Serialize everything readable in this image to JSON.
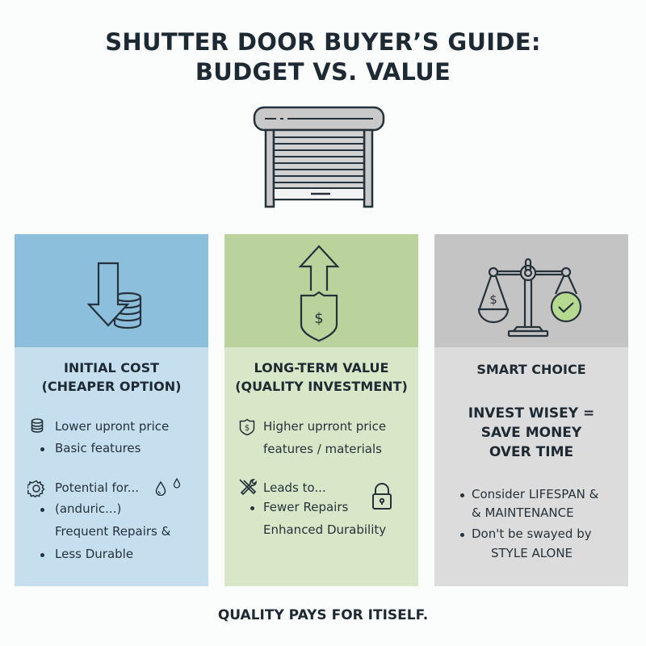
{
  "header": {
    "title_line1": "SHUTTER DOOR BUYER’S GUIDE:",
    "title_line2": "BUDGET VS. VALUE",
    "hero_icon": "roller-shutter-door-icon"
  },
  "columns": [
    {
      "icon": "arrow-down-coins-icon",
      "heading_line1": "INITIAL COST",
      "heading_line2": "(CHEAPER OPTION)",
      "items": [
        {
          "icon": "coin-stack-icon",
          "text": "Lower upront price"
        },
        {
          "icon": "bullet",
          "text": "Basic features"
        },
        {
          "icon": "gear-icon",
          "text": "Potential for...",
          "extra_icons": [
            "water-drop-icon",
            "water-drop-icon"
          ]
        },
        {
          "icon": "bullet",
          "text": "(anduric...)"
        },
        {
          "icon": "none",
          "text": "Frequent Repairs &"
        },
        {
          "icon": "bullet",
          "text": "Less Durable"
        }
      ],
      "colors": {
        "top": "#8bbfdc",
        "body": "#c5dfee"
      }
    },
    {
      "icon": "arrow-up-shield-dollar-icon",
      "heading_line1": "LONG-TERM VALUE",
      "heading_line2": "(QUALITY INVESTMENT)",
      "items": [
        {
          "icon": "shield-dollar-icon",
          "text": "Higher uprront price"
        },
        {
          "icon": "none",
          "text": "features / materials"
        },
        {
          "icon": "tools-icon",
          "text": "Leads to..."
        },
        {
          "icon": "bullet",
          "text": "Fewer Repairs"
        },
        {
          "icon": "none",
          "text": "Enhanced Durability"
        }
      ],
      "side_icon": "padlock-icon",
      "colors": {
        "top": "#bad39c",
        "body": "#d8e7c8"
      }
    },
    {
      "icon": "balance-scale-icon",
      "heading_line1": "SMART CHOICE",
      "statement_line1": "INVEST WISEY =",
      "statement_line2": "SAVE MONEY",
      "statement_line3": "OVER TIME",
      "items": [
        {
          "icon": "bullet",
          "text": "Consider LIFESPAN &"
        },
        {
          "icon": "none",
          "text": "& MAINTENANCE"
        },
        {
          "icon": "bullet",
          "text": "Don't be swayed by"
        },
        {
          "icon": "none",
          "text": "STYLE ALONE"
        }
      ],
      "colors": {
        "top": "#c4c4c4",
        "body": "#dcdcdc",
        "check": "#b5d98f"
      }
    }
  ],
  "footer": {
    "text": "QUALITY PAYS FOR ITISELF."
  }
}
